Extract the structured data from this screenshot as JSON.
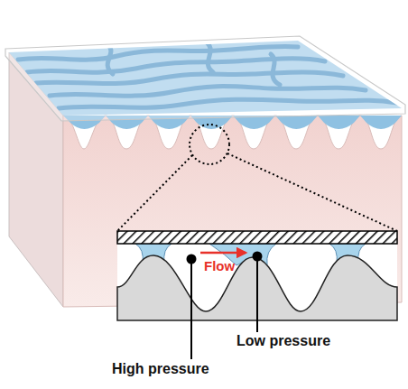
{
  "diagram": {
    "labels": [
      "Flow",
      "Low pressure",
      "High pressure"
    ]
  }
}
